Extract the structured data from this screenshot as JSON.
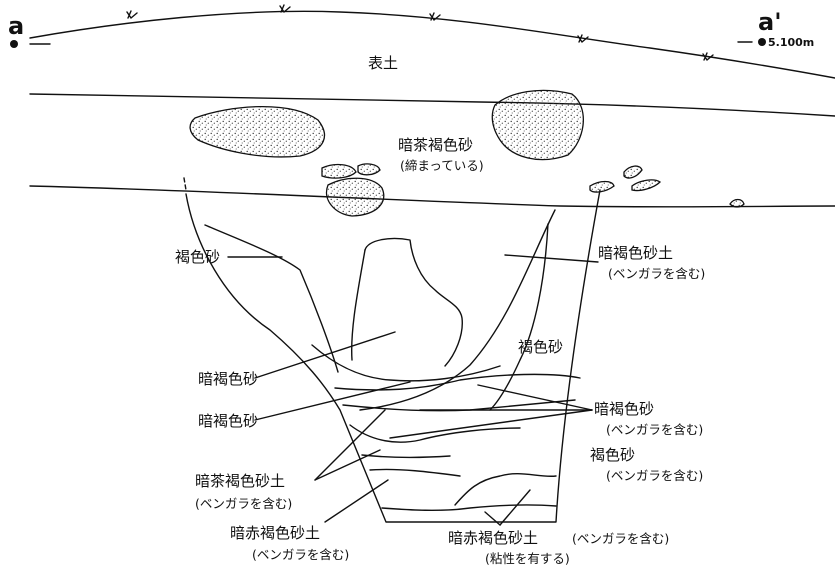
{
  "section": {
    "start_label": "a",
    "end_label": "a'",
    "elevation": "5.100m"
  },
  "layers": {
    "topsoil": "表土",
    "dark_tea_brown_sand": "暗茶褐色砂",
    "dark_tea_brown_sand_note": "(締まっている)",
    "brown_sand_left": "褐色砂",
    "dark_brown_sandy_soil": "暗褐色砂土",
    "dark_brown_sandy_soil_note": "(ベンガラを含む)",
    "brown_sand_right": "褐色砂",
    "dark_brown_sand_1": "暗褐色砂",
    "dark_brown_sand_2": "暗褐色砂",
    "dark_brown_sand_bengara": "暗褐色砂",
    "dark_brown_sand_bengara_note": "(ベンガラを含む)",
    "brown_sand_bengara": "褐色砂",
    "brown_sand_bengara_note": "(ベンガラを含む)",
    "dark_tea_brown_sandy_soil": "暗茶褐色砂土",
    "dark_tea_brown_sandy_soil_note": "(ベンガラを含む)",
    "dark_red_brown_sandy_soil_left": "暗赤褐色砂土",
    "dark_red_brown_sandy_soil_left_note": "(ベンガラを含む)",
    "dark_red_brown_sandy_soil_bottom": "暗赤褐色砂土",
    "dark_red_brown_sandy_soil_bottom_note1": "(ベンガラを含む)",
    "dark_red_brown_sandy_soil_bottom_note2": "(粘性を有する)"
  }
}
